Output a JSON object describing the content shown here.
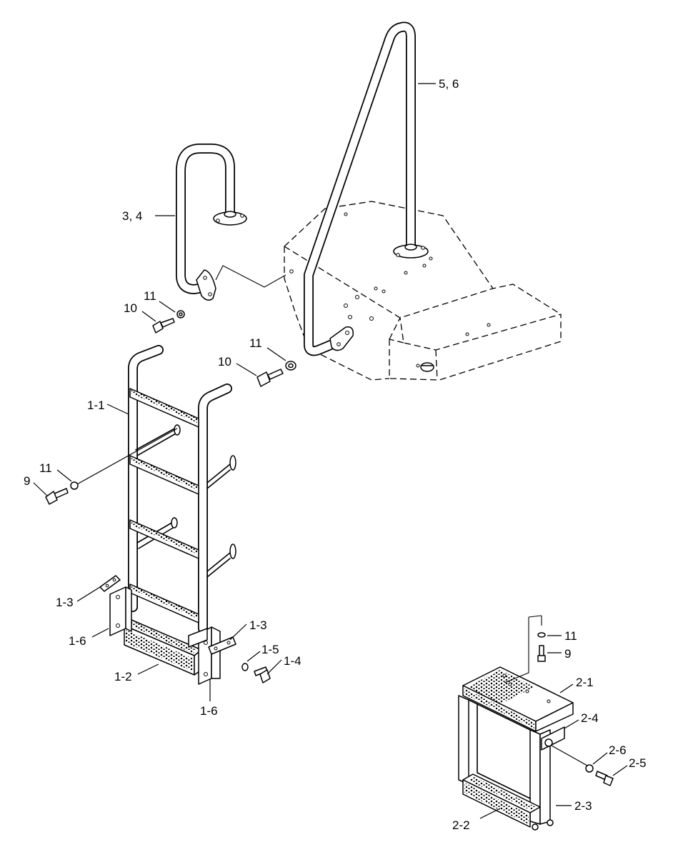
{
  "diagram": {
    "callouts": {
      "c_5_6": "5, 6",
      "c_3_4": "3, 4",
      "c_11_a": "11",
      "c_10_a": "10",
      "c_11_b": "11",
      "c_10_b": "10",
      "c_1_1": "1-1",
      "c_11_c": "11",
      "c_9_a": "9",
      "c_1_3_a": "1-3",
      "c_1_6_a": "1-6",
      "c_1_3_b": "1-3",
      "c_1_5": "1-5",
      "c_1_4": "1-4",
      "c_1_2": "1-2",
      "c_1_6_b": "1-6",
      "c_11_d": "11",
      "c_9_b": "9",
      "c_2_1": "2-1",
      "c_2_4": "2-4",
      "c_2_6": "2-6",
      "c_2_5": "2-5",
      "c_2_3": "2-3",
      "c_2_2": "2-2"
    }
  }
}
